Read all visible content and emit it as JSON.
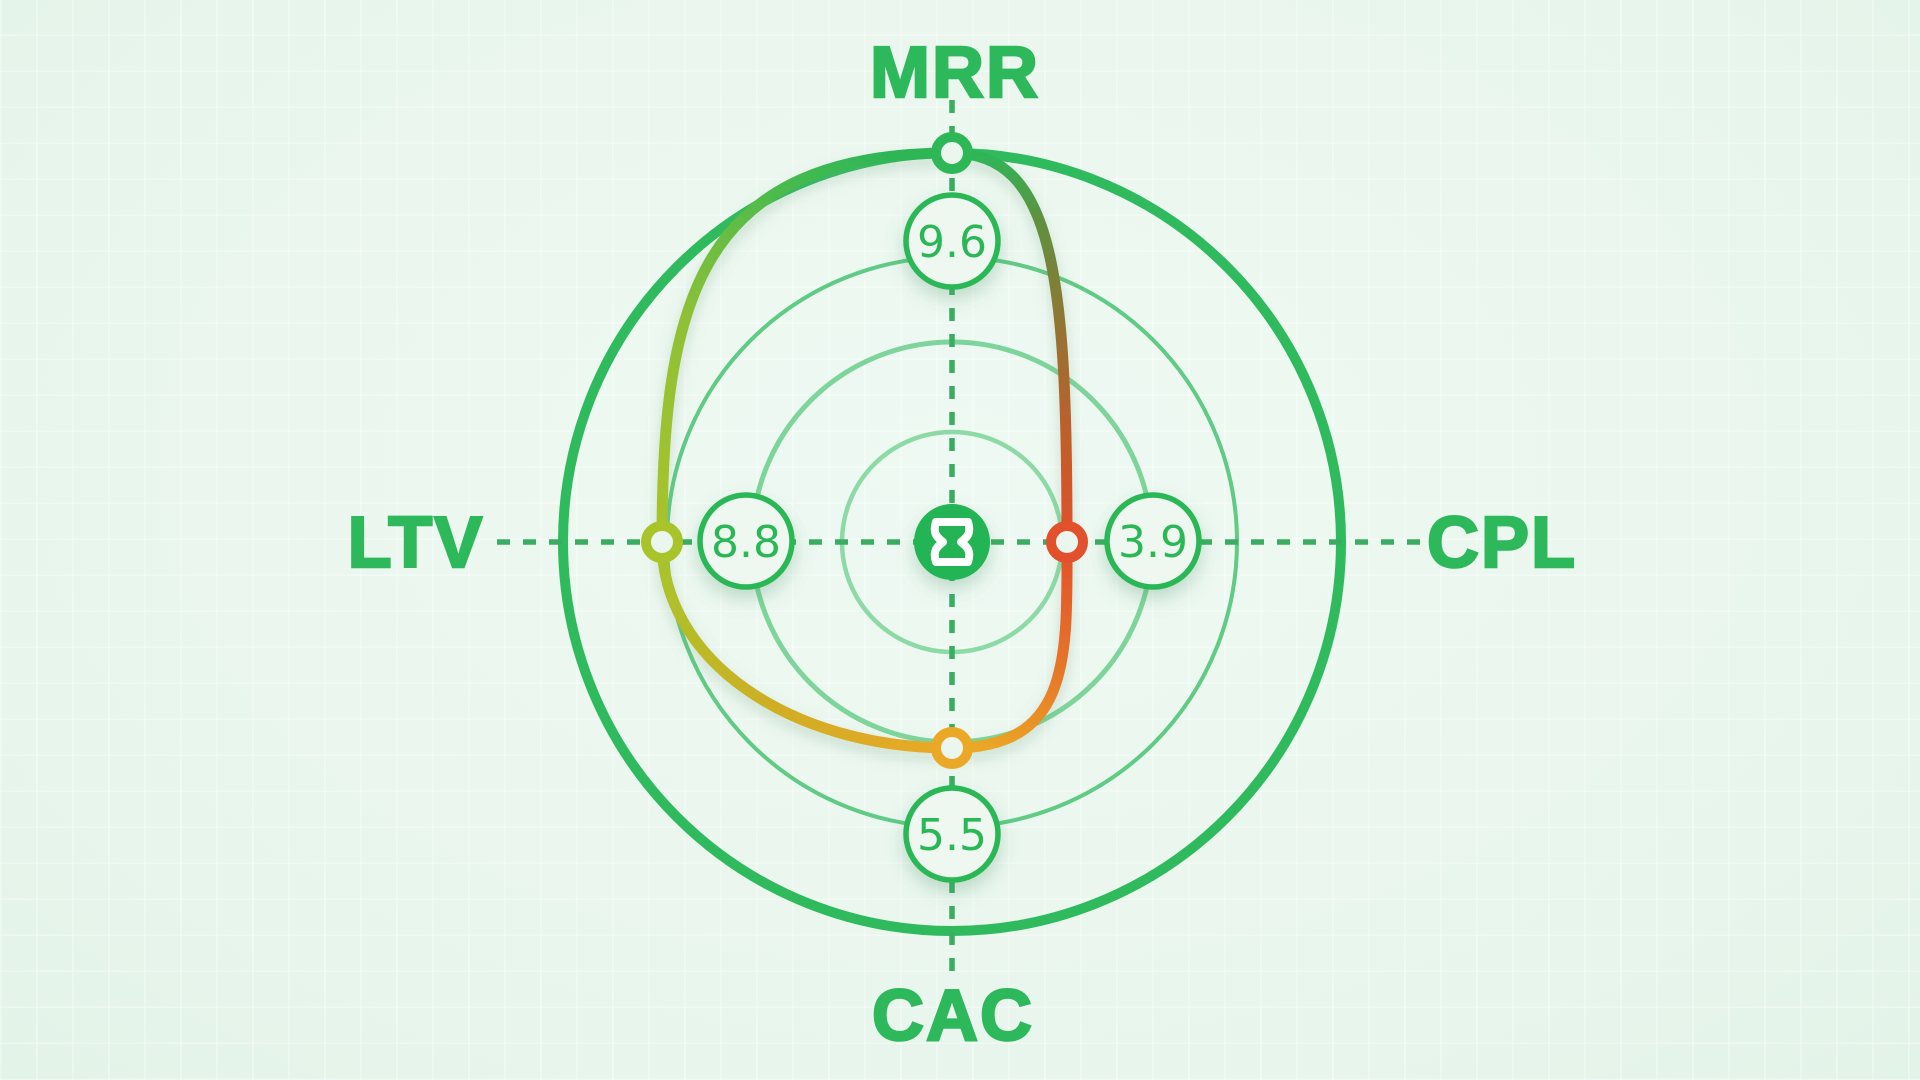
{
  "chart_data": {
    "type": "radar",
    "axes": [
      {
        "id": "top",
        "label": "MRR",
        "value": "9.6",
        "marker_color": "#2eb757"
      },
      {
        "id": "right",
        "label": "CPL",
        "value": "3.9",
        "marker_color": "#e2502c"
      },
      {
        "id": "bottom",
        "label": "CAC",
        "value": "5.5",
        "marker_color": "#eaa826"
      },
      {
        "id": "left",
        "label": "LTV",
        "value": "8.8",
        "marker_color": "#a9c32b"
      }
    ],
    "ring_count": 4,
    "center_icon": "hourglass",
    "legend_position": "none",
    "grid": true
  },
  "colors": {
    "label_green": "#2eb85c",
    "outer_ring": "#2fbb5d",
    "inner_ring_light": "#8edaa6",
    "badge_stroke": "#2bb757",
    "badge_fill": "#eef8f1",
    "badge_text": "#2bb757",
    "axis_dash": "#3aad62",
    "center_icon_bg": "#23b454",
    "curve_top": "#2fb657",
    "curve_right": "#e2502c",
    "curve_bottom": "#eaa826",
    "curve_left": "#a9c32b"
  }
}
